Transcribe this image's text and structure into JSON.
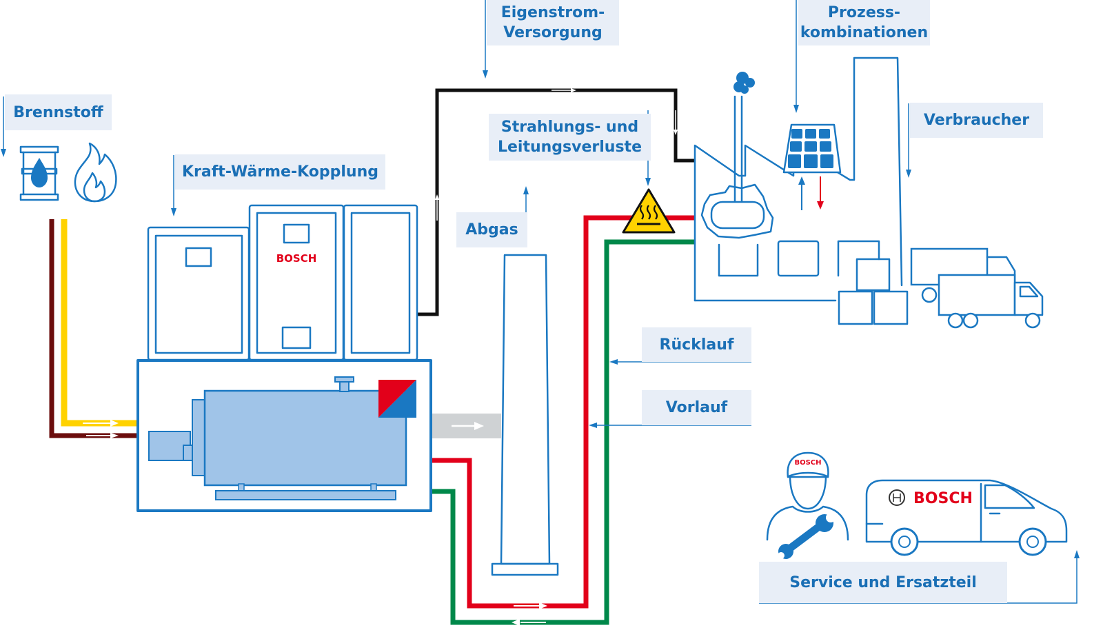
{
  "labels": {
    "brennstoff": "Brennstoff",
    "kwk": "Kraft-Wärme-Kopplung",
    "eigenstrom": "Eigenstrom-\nVersorgung",
    "strahlung": "Strahlungs- und\nLeitungsverluste",
    "abgas": "Abgas",
    "prozess": "Prozess-\nkombinationen",
    "verbraucher": "Verbraucher",
    "ruecklauf": "Rücklauf",
    "vorlauf": "Vorlauf",
    "service": "Service und Ersatzteil"
  },
  "brand": {
    "cabinet_logo": "BOSCH",
    "cap_logo": "BOSCH",
    "van_logo": "BOSCH"
  },
  "colors": {
    "outline_blue": "#1a78c2",
    "label_bg": "#e8eef7",
    "label_text": "#1a6fb5",
    "supply_hot": "#e2001a",
    "return_cold": "#00884a",
    "fuel_yellow": "#ffd200",
    "fuel_dark": "#6b0d0d",
    "power_line": "#111111",
    "exhaust_gray": "#cfd2d4",
    "engine_fill": "#a0c4e8",
    "warning_yellow": "#ffd200"
  },
  "icons": [
    "oil-barrel-icon",
    "gas-flame-icon",
    "warning-heat-icon",
    "solar-panel-icon",
    "smoke-cloud-icon",
    "delivery-truck-icon",
    "service-technician-icon",
    "wrench-icon",
    "service-van-icon",
    "bosch-armature-icon"
  ]
}
